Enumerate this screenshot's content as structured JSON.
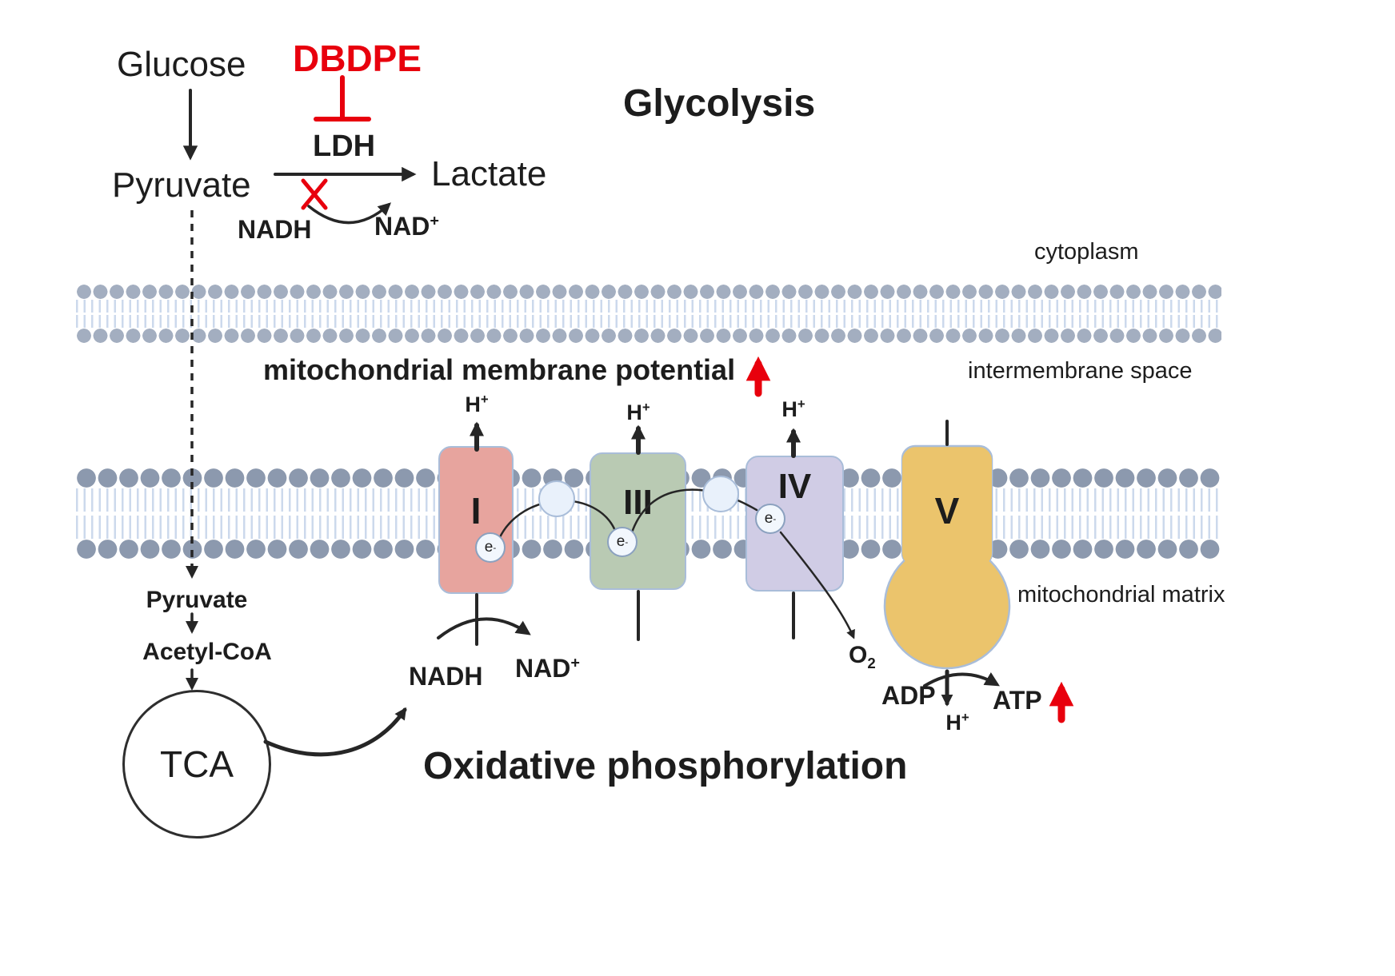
{
  "glycolysis": {
    "title": "Glycolysis",
    "glucose": "Glucose",
    "pyruvate": "Pyruvate",
    "dbdpe": "DBDPE",
    "ldh": "LDH",
    "lactate": "Lactate",
    "nadh": "NADH",
    "nad_base": "NAD",
    "nad_sup": "+"
  },
  "regions": {
    "cytoplasm": "cytoplasm",
    "intermembrane_space": "intermembrane space",
    "mitochondrial_matrix": "mitochondrial matrix"
  },
  "membrane_potential": {
    "label": "mitochondrial membrane potential"
  },
  "etc": {
    "title": "Oxidative phosphorylation",
    "h_base": "H",
    "h_sup": "+",
    "e_base": "e",
    "e_sup": "-",
    "complex_1": "I",
    "complex_3": "III",
    "complex_4": "IV",
    "complex_5": "V",
    "nadh": "NADH",
    "nad_base": "NAD",
    "nad_sup": "+",
    "o_base": "O",
    "o_sub": "2",
    "adp": "ADP",
    "atp": "ATP"
  },
  "tca_pathway": {
    "pyruvate": "Pyruvate",
    "acetyl_coa": "Acetyl-CoA",
    "tca": "TCA"
  },
  "colors": {
    "inhibitor_red": "#e8000d",
    "complex_i_fill": "#e7a49e",
    "complex_iii_fill": "#b9cab3",
    "complex_iv_fill": "#d0cce5",
    "complex_v_fill": "#ebc46c"
  }
}
